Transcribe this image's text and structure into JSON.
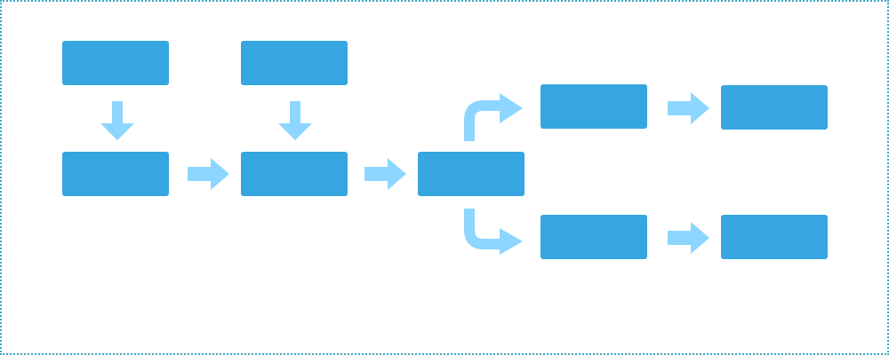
{
  "diagram": {
    "type": "process-flow",
    "colors": {
      "node_fill": "#35a6e0",
      "arrow_fill": "#8dd6ff",
      "border": "#3aa7c8"
    },
    "nodes": [
      {
        "id": "top-a",
        "label": ""
      },
      {
        "id": "top-b",
        "label": ""
      },
      {
        "id": "mid-a",
        "label": ""
      },
      {
        "id": "mid-b",
        "label": ""
      },
      {
        "id": "mid-c",
        "label": ""
      },
      {
        "id": "right-top-a",
        "label": ""
      },
      {
        "id": "right-top-b",
        "label": ""
      },
      {
        "id": "right-bottom-a",
        "label": ""
      },
      {
        "id": "right-bottom-b",
        "label": ""
      }
    ],
    "edges": [
      {
        "from": "top-a",
        "to": "mid-a",
        "icon": "arrow-down-icon"
      },
      {
        "from": "top-b",
        "to": "mid-b",
        "icon": "arrow-down-icon"
      },
      {
        "from": "mid-a",
        "to": "mid-b",
        "icon": "arrow-right-icon"
      },
      {
        "from": "mid-b",
        "to": "mid-c",
        "icon": "arrow-right-icon"
      },
      {
        "from": "mid-c",
        "to": "right-top-a",
        "icon": "elbow-arrow-up-right-icon"
      },
      {
        "from": "mid-c",
        "to": "right-bottom-a",
        "icon": "elbow-arrow-down-right-icon"
      },
      {
        "from": "right-top-a",
        "to": "right-top-b",
        "icon": "arrow-right-icon"
      },
      {
        "from": "right-bottom-a",
        "to": "right-bottom-b",
        "icon": "arrow-right-icon"
      }
    ]
  }
}
